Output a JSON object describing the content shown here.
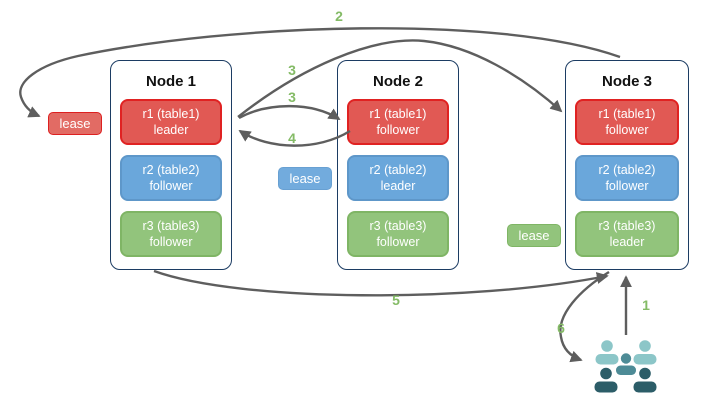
{
  "diagram": {
    "nodes": [
      {
        "title": "Node 1",
        "replicas": [
          {
            "name": "r1 (table1)",
            "role": "leader"
          },
          {
            "name": "r2 (table2)",
            "role": "follower"
          },
          {
            "name": "r3 (table3)",
            "role": "follower"
          }
        ]
      },
      {
        "title": "Node 2",
        "replicas": [
          {
            "name": "r1 (table1)",
            "role": "follower"
          },
          {
            "name": "r2 (table2)",
            "role": "leader"
          },
          {
            "name": "r3 (table3)",
            "role": "follower"
          }
        ]
      },
      {
        "title": "Node 3",
        "replicas": [
          {
            "name": "r1 (table1)",
            "role": "follower"
          },
          {
            "name": "r2 (table2)",
            "role": "follower"
          },
          {
            "name": "r3 (table3)",
            "role": "leader"
          }
        ]
      }
    ],
    "leases": [
      {
        "label": "lease",
        "color": "#e26b64"
      },
      {
        "label": "lease",
        "color": "#72abdd"
      },
      {
        "label": "lease",
        "color": "#92c47c"
      }
    ],
    "steps": {
      "s1": "1",
      "s2": "2",
      "s3a": "3",
      "s3b": "3",
      "s4": "4",
      "s5": "5",
      "s6": "6"
    },
    "colors": {
      "node_border": "#1c3c63",
      "arrow": "#5e5e5e",
      "step_label": "#84bb66",
      "red_fill": "#e15954",
      "red_border": "#e02222",
      "blue_fill": "#6aa7db",
      "blue_border": "#5e97c9",
      "green_fill": "#92c47c",
      "green_border": "#7fb565",
      "people_light": "#8cc6c8",
      "people_medium": "#4d8b96",
      "people_dark": "#2c5d68"
    }
  }
}
